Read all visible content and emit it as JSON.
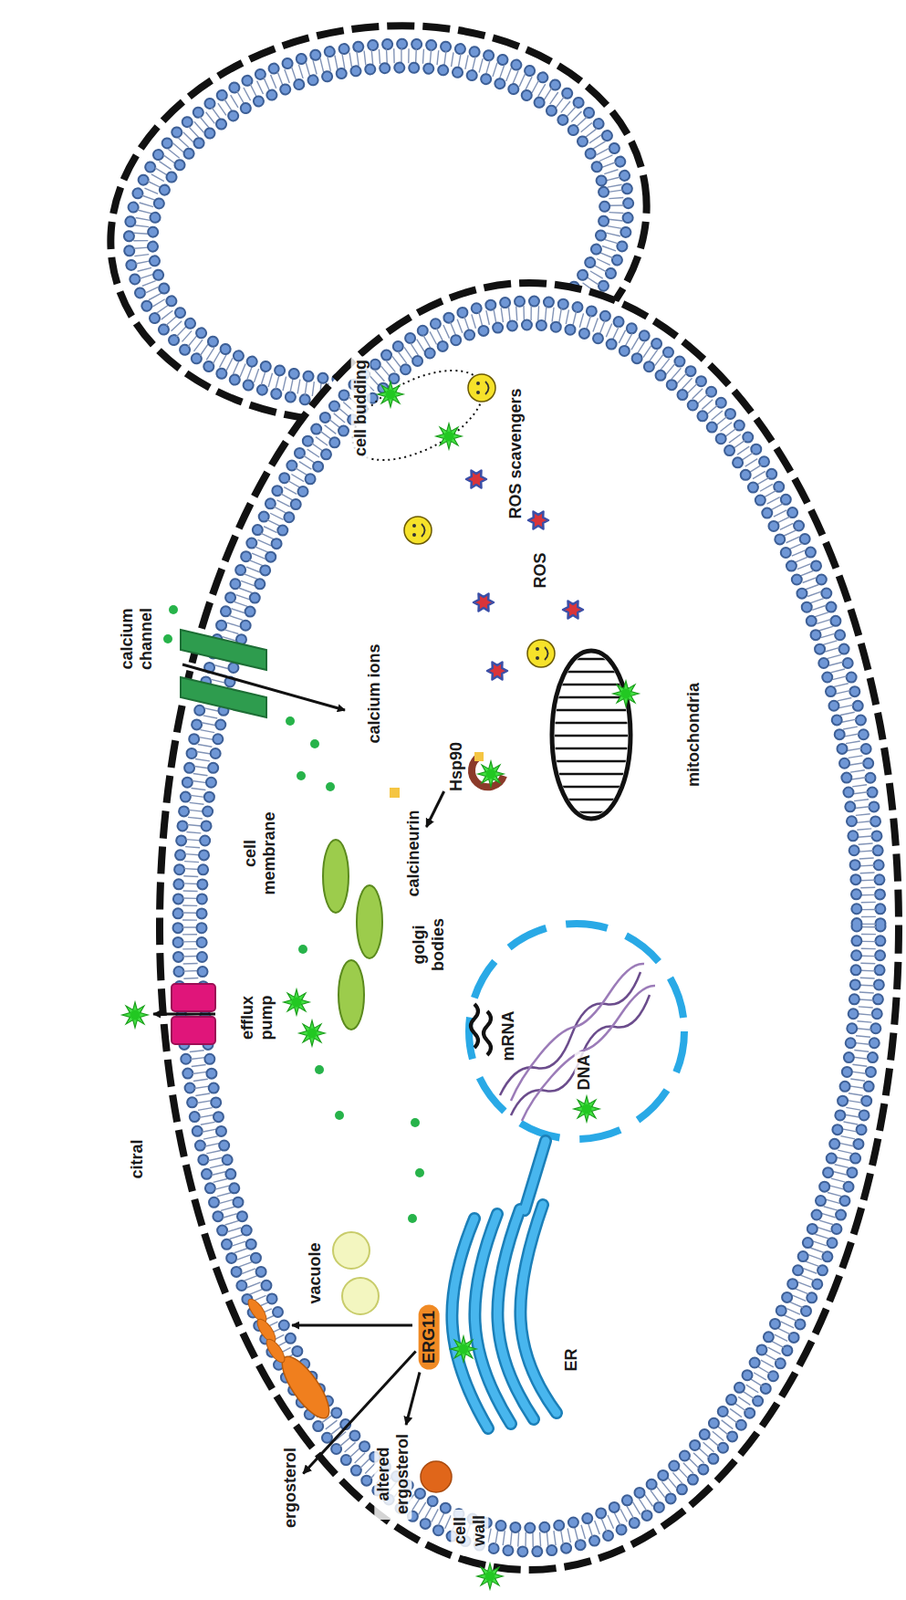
{
  "diagram": {
    "nodes": [
      {
        "text": [
          "ERG11"
        ]
      },
      {
        "text": [
          "ergosterol"
        ]
      },
      {
        "text": [
          "altered ergosterol"
        ]
      },
      {
        "text": [
          "Hsp90"
        ]
      },
      {
        "text": [
          "calcineurin"
        ]
      }
    ],
    "edges": [
      {
        "from": 0,
        "to": 1,
        "arrow": "to"
      },
      {
        "from": 0,
        "to": 2,
        "arrow": "to"
      },
      {
        "from": 3,
        "to": 4,
        "arrow": "to"
      }
    ],
    "labels": [
      "cell budding",
      "calcium channel",
      "ROS scavengers",
      "calcium ions",
      "ROS",
      "cell membrane",
      "mitochondria",
      "golgi bodies",
      "efflux pump",
      "mRNA",
      "citral",
      "DNA",
      "vacuole",
      "ER",
      "cell wall"
    ]
  }
}
